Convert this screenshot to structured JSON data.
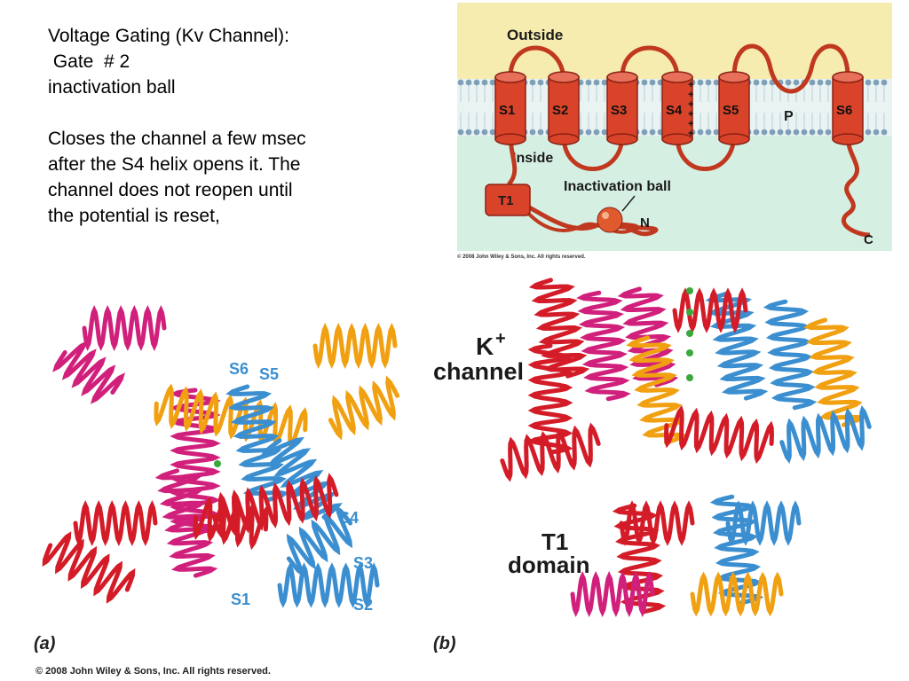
{
  "text": {
    "title": "Voltage Gating (Kv Channel):",
    "gate": " Gate  # 2",
    "subtitle": "inactivation ball",
    "body": [
      "Closes the channel a few msec",
      "after the S4 helix opens it. The",
      "channel does not reopen until",
      "the potential is reset,"
    ]
  },
  "topology_diagram": {
    "outside_label": "Outside",
    "inside_label": "Inside",
    "helices": [
      "S1",
      "S2",
      "S3",
      "S4",
      "S5",
      "S6"
    ],
    "pore_label": "P",
    "t1_label": "T1",
    "ball_label": "Inactivation ball",
    "n_label": "N",
    "c_label": "C",
    "s4_charges": "+",
    "copyright": "© 2008 John Wiley & Sons, Inc. All rights reserved.",
    "colors": {
      "outside": "#f7ecb0",
      "inside": "#d6efe3",
      "helix": "#d9432a",
      "loop": "#c0391f"
    }
  },
  "panel_a": {
    "label": "(a)",
    "helix_labels": [
      "S6",
      "S5",
      "S4",
      "S3",
      "S1",
      "S2"
    ],
    "colors": {
      "magenta": "#d1207c",
      "orange": "#f0a010",
      "blue": "#3b8fd0",
      "red": "#d41c28"
    }
  },
  "panel_b": {
    "label": "(b)",
    "k_channel_label_k": "K",
    "k_channel_label_plus": "+",
    "k_channel_label_word": "channel",
    "t1_label_1": "T1",
    "t1_label_2": "domain"
  },
  "footer": {
    "copyright": "© 2008 John Wiley & Sons, Inc. All rights reserved."
  }
}
